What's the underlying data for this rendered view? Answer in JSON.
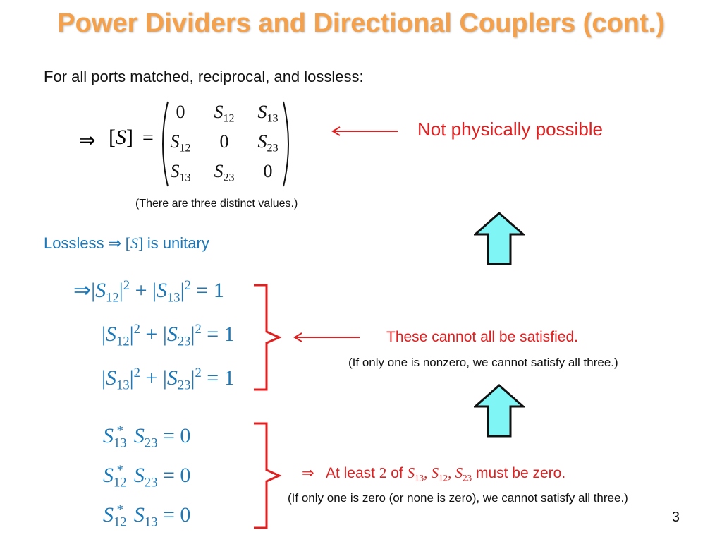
{
  "slide": {
    "title": "Power Dividers and Directional Couplers (cont.)",
    "intro": "For all ports matched, reciprocal, and lossless:",
    "matrix_note": "(There are three distinct values.)",
    "not_possible": "Not physically possible",
    "lossless_prefix": "Lossless",
    "lossless_suffix": "is unitary",
    "cannot_all": "These cannot all be satisfied.",
    "cannot_all_note": "(If only one is nonzero, we cannot satisfy all three.)",
    "atleast_prefix": "At least",
    "atleast_num": "2",
    "atleast_of": "of",
    "atleast_suffix": "must be zero.",
    "atleast_note": "(If only one is zero (or none is zero), we cannot satisfy all three.)",
    "page_number": "3"
  },
  "matrix": {
    "rows": [
      [
        "0",
        "S12",
        "S13"
      ],
      [
        "S12",
        "0",
        "S23"
      ],
      [
        "S13",
        "S23",
        "0"
      ]
    ]
  },
  "colors": {
    "title": "#f5a04a",
    "blue": "#1d78b8",
    "red": "#e02020",
    "arrow_fill": "#7ff5f5"
  }
}
